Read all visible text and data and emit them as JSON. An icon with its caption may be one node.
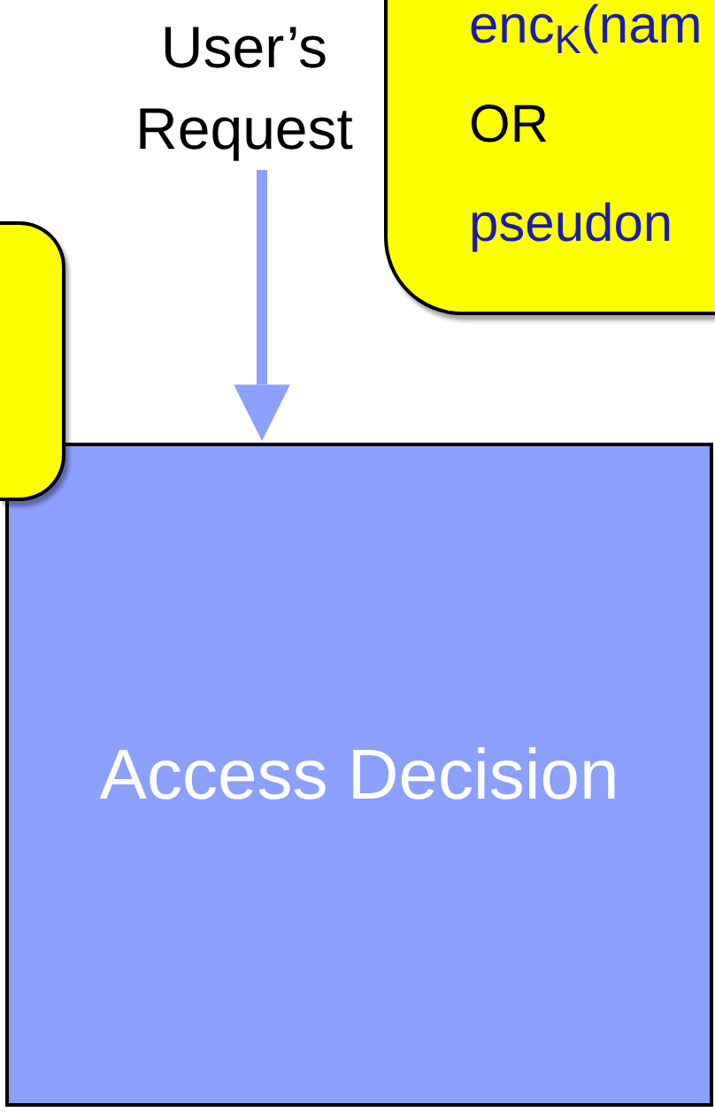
{
  "diagram": {
    "nodes": [
      {
        "text": [
          "User’s Request"
        ]
      },
      {
        "text": [
          "enc$_{K}$(nam",
          "OR",
          "pseudon"
        ]
      },
      {
        "text": [],
        "shape": "box"
      },
      {
        "text": [
          "Access Decision"
        ]
      }
    ],
    "edges": [
      {
        "from": 0,
        "to": 3,
        "arrow": "to",
        "color": "#8b9ffc"
      }
    ]
  }
}
